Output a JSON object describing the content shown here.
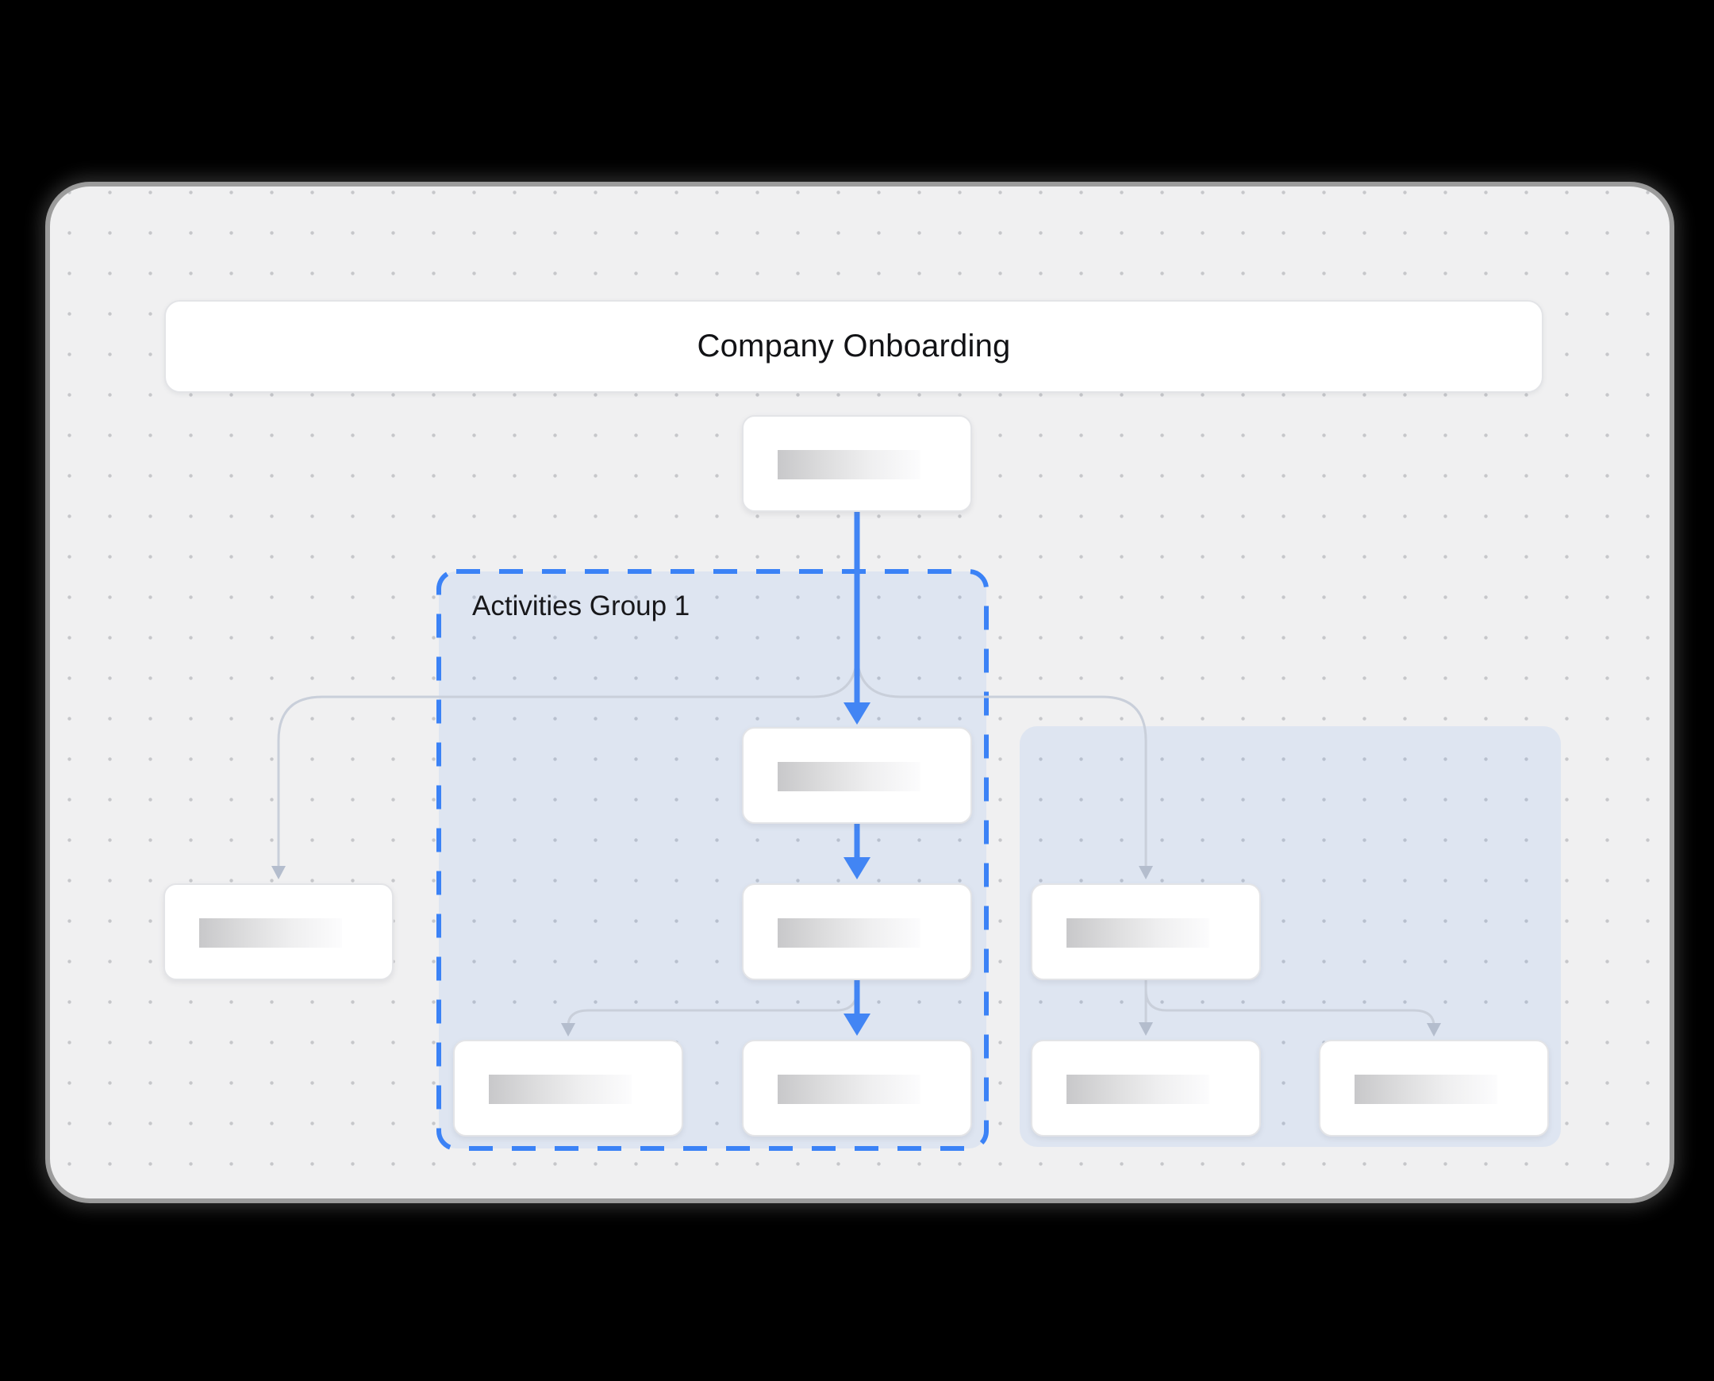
{
  "header": {
    "title": "Company Onboarding"
  },
  "groups": [
    {
      "id": "activities-group-1",
      "label": "Activities Group 1",
      "selected": true,
      "border": "dashed-blue"
    },
    {
      "id": "right-group",
      "label": "",
      "selected": false,
      "border": "none"
    }
  ],
  "nodes": [
    {
      "id": "start",
      "group": null,
      "content": "placeholder-bar"
    },
    {
      "id": "side-left",
      "group": null,
      "content": "placeholder-bar"
    },
    {
      "id": "activity-1",
      "group": "activities-group-1",
      "content": "placeholder-bar"
    },
    {
      "id": "activity-2",
      "group": "activities-group-1",
      "content": "placeholder-bar"
    },
    {
      "id": "activity-3",
      "group": "activities-group-1",
      "content": "placeholder-bar"
    },
    {
      "id": "activity-4",
      "group": "activities-group-1",
      "content": "placeholder-bar"
    },
    {
      "id": "right-1",
      "group": "right-group",
      "content": "placeholder-bar"
    },
    {
      "id": "right-2",
      "group": "right-group",
      "content": "placeholder-bar"
    },
    {
      "id": "right-3",
      "group": "right-group",
      "content": "placeholder-bar"
    }
  ],
  "edges": [
    {
      "from": "start",
      "to": "activity-1",
      "style": "active-blue"
    },
    {
      "from": "start",
      "to": "side-left",
      "style": "default-gray"
    },
    {
      "from": "start",
      "to": "right-1",
      "style": "default-gray"
    },
    {
      "from": "activity-1",
      "to": "activity-2",
      "style": "active-blue"
    },
    {
      "from": "activity-2",
      "to": "activity-3",
      "style": "default-gray"
    },
    {
      "from": "activity-2",
      "to": "activity-4",
      "style": "active-blue"
    },
    {
      "from": "right-1",
      "to": "right-2",
      "style": "default-gray"
    },
    {
      "from": "right-1",
      "to": "right-3",
      "style": "default-gray"
    }
  ],
  "colors": {
    "accent-blue": "#4285f4",
    "dash-blue": "#3b82f6",
    "edge-gray": "#c9cfda",
    "edge-gray-head": "#b4bdcd",
    "canvas-bg": "#f0f0f1",
    "dot-color": "#c6c7ca",
    "node-border": "#e3e4e7",
    "group-fill": "rgba(66,133,244,0.10)"
  }
}
